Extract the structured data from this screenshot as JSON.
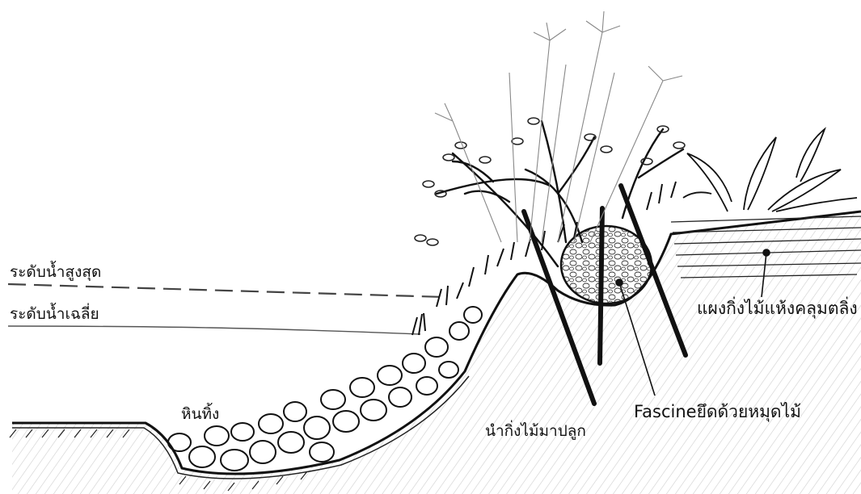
{
  "labels": {
    "highest_water_level": "ระดับน้ำสูงสุด",
    "average_water_level": "ระดับน้ำเฉลี่ย",
    "riprap": "หินทิ้ง",
    "planted_cuttings": "นำกิ่งไม้มาปลูก",
    "fascine": "Fascineยึดด้วยหมุดไม้",
    "brush_mat": "แผงกิ่งไม้แห้งคลุมตลิ่ง"
  }
}
